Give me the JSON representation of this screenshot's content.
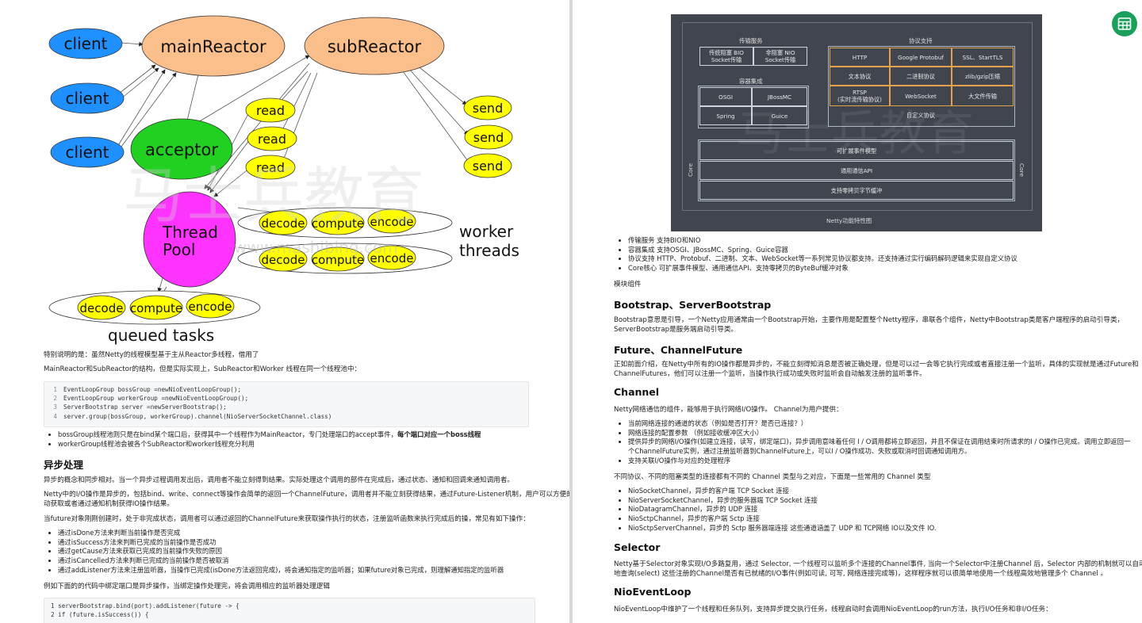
{
  "diagram": {
    "clients": [
      "client",
      "client",
      "client"
    ],
    "main_reactor": "mainReactor",
    "sub_reactor": "subReactor",
    "acceptor": "acceptor",
    "reads": [
      "read",
      "read",
      "read"
    ],
    "sends": [
      "send",
      "send",
      "send"
    ],
    "thread_pool": [
      "Thread",
      "Pool"
    ],
    "worker_group": [
      "decode",
      "compute",
      "encode"
    ],
    "worker_label": [
      "worker",
      "threads"
    ],
    "queued_label": "queued tasks",
    "colors": {
      "client": "#1e90ff",
      "reactor": "#fbbf8c",
      "acceptor": "#22d022",
      "read": "#ffff00",
      "pool": "#ff33ff",
      "worker": "#ffff00"
    }
  },
  "left": {
    "note_1": "特别说明的是：虽然Netty的线程模型基于主从Reactor多线程，借用了",
    "note_2": "MainReactor和SubReactor的结构，但是实际实现上，SubReactor和Worker 线程在同一个线程池中：",
    "code1": [
      "EventLoopGroup bossGroup =newNioEventLoopGroup();",
      "EventLoopGroup workerGroup =newNioEventLoopGroup();",
      "ServerBootstrap server =newServerBootstrap();",
      "server.group(bossGroup, workerGroup).channel(NioServerSocketChannel.class)"
    ],
    "bullets1_a": "bossGroup线程池则只是在bind某个端口后，获得其中一个线程作为MainReactor，专门处理端口的accept事件，",
    "bullets1_a_bold": "每个端口对应一个boss线程",
    "bullets1_b": "workerGroup线程池会被各个SubReactor和worker线程充分利用",
    "h_async": "异步处理",
    "p_async_1": "异步的概念和同步相对。当一个异步过程调用发出后，调用者不能立刻得到结果。实际处理这个调用的部件在完成后，通过状态、通知和回调来通知调用者。",
    "p_async_2a": "Netty中的I/O操作是异步的，包括bind、write、connect等操作会简单的返回一个ChannelFuture，调用者并不能立刻获得结果，通过Future-Listener机制，用户可以方便的主",
    "p_async_2b": "动获取或者通过通知机制获得IO操作结果。",
    "p_async_3": "当future对象刚刚创建时，处于非完成状态，调用者可以通过返回的ChannelFuture来获取操作执行的状态，注册监听函数来执行完成后的操，常见有如下操作：",
    "ops": [
      "通过isDone方法来判断当前操作是否完成",
      "通过isSuccess方法来判断已完成的当前操作是否成功",
      "通过getCause方法来获取已完成的当前操作失败的原因",
      "通过isCancelled方法来判断已完成的当前操作是否被取消",
      "通过addListener方法来注册监听器，当操作已完成(isDone方法返回完成)，将会通知指定的监听器；如果future对象已完成，则理解通知指定的监听器"
    ],
    "p_example": "例如下面的的代码中绑定端口是异步操作，当绑定操作处理完，将会调用相应的监听器处理逻辑",
    "code2": [
      "1 serverBootstrap.bind(port).addListener(future -> {",
      "2 if (future.isSuccess()) {"
    ]
  },
  "figure": {
    "transport_title": "传输服务",
    "transport": [
      "传统阻塞 BIO\nSocket传输",
      "非阻塞 NIO\nSocket传输"
    ],
    "container_title": "容器集成",
    "container": [
      "OSGI",
      "JBossMC",
      "Spring",
      "Guice"
    ],
    "protocol_title": "协议支持",
    "protocol": [
      "HTTP",
      "Google Protobuf",
      "SSL、StartTLS",
      "文本协议",
      "二进制协议",
      "zlib/gzip压缩",
      "RTSP\n(实时流传输协议)",
      "WebSocket",
      "大文件传输"
    ],
    "protocol_extra": "自定义协议",
    "core_label": "Core",
    "core": [
      "可扩展事件模型",
      "通用通信API",
      "支持零拷贝字节缓冲"
    ],
    "caption": "Netty功能特性图"
  },
  "right": {
    "features": [
      "传输服务 支持BIO和NIO",
      "容器集成 支持OSGI、JBossMC、Spring、Guice容器",
      "协议支持 HTTP、Protobuf、二进制、文本、WebSocket等一系列常见协议都支持。还支持通过实行编码解码逻辑来实现自定义协议",
      "Core核心 可扩展事件模型、通用通信API、支持零拷贝的ByteBuf缓冲对象"
    ],
    "module_label": "模块组件",
    "h_bootstrap": "Bootstrap、ServerBootstrap",
    "p_bootstrap_1": "Bootstrap意思是引导，一个Netty应用通常由一个Bootstrap开始，主要作用是配置整个Netty程序，串联各个组件，Netty中Bootstrap类是客户端程序的启动引导类，",
    "p_bootstrap_2": "ServerBootstrap是服务端启动引导类。",
    "h_future": "Future、ChannelFuture",
    "p_future_1": "正如前面介绍，在Netty中所有的IO操作都是异步的，不能立刻得知消息是否被正确处理，但是可以过一会等它执行完成或者直接注册一个监听，具体的实现就是通过Future和",
    "p_future_2": "ChannelFutures，他们可以注册一个监听，当操作执行成功或失败时监听会自动触发注册的监听事件。",
    "h_channel": "Channel",
    "p_channel": "Netty网络通信的组件，能够用于执行网络I/O操作。 Channel为用户提供：",
    "channel_list": [
      "当前网络连接的通道的状态（例如是否打开？是否已连接？）",
      "网络连接的配置参数 （例如接收缓冲区大小）",
      "提供异步的网络I/O操作(如建立连接，读写，绑定端口)，异步调用意味着任何 I / O调用都将立即返回，并且不保证在调用结束时所请求的I / O操作已完成。调用立即返回一",
      "个ChannelFuture实例，通过注册监听器到ChannelFuture上，可以I / O操作成功、失败或取消时回调通知调用方。",
      "支持关联I/O操作与对应的处理程序"
    ],
    "p_channel_types": "不同协议、不同的阻塞类型的连接都有不同的 Channel 类型与之对应，下面是一些常用的 Channel 类型",
    "channel_types": [
      "NioSocketChannel，异步的客户端 TCP Socket 连接",
      "NioServerSocketChannel，异步的服务器端 TCP Socket 连接",
      "NioDatagramChannel，异步的 UDP 连接",
      "NioSctpChannel，异步的客户端 Sctp 连接",
      "NioSctpServerChannel，异步的 Sctp 服务器端连接 这些通道涵盖了 UDP 和 TCP网络 IO以及文件 IO."
    ],
    "h_selector": "Selector",
    "p_selector_1": "Netty基于Selector对象实现I/O多路复用，通过 Selector, 一个线程可以监听多个连接的Channel事件, 当向一个Selector中注册Channel 后，Selector 内部的机制就可以自动不断",
    "p_selector_2": "地查询(select) 这些注册的Channel是否有已就绪的I/O事件(例如可读, 可写, 网络连接完成等)，这样程序就可以很简单地使用一个线程高效地管理多个 Channel 。",
    "h_nioeventloop": "NioEventLoop",
    "p_nio": "NioEventLoop中维护了一个线程和任务队列，支持异步提交执行任务，线程启动时会调用NioEventLoop的run方法，执行I/O任务和非I/O任务："
  },
  "watermark": {
    "brand": "马士兵教育",
    "site": "www.mashibing.com"
  }
}
